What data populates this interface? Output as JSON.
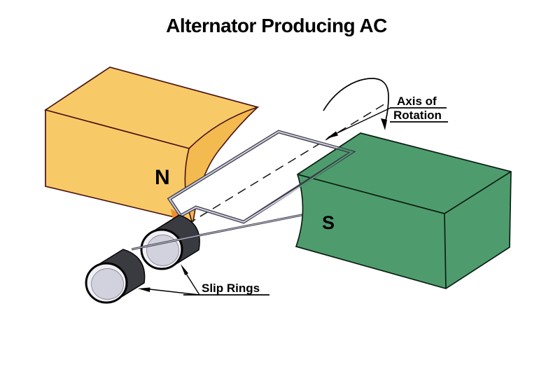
{
  "title": "Alternator Producing AC",
  "diagram": {
    "north_pole_label": "N",
    "south_pole_label": "S",
    "axis_label_line1": "Axis of",
    "axis_label_line2": "Rotation",
    "slip_rings_label": "Slip Rings"
  },
  "colors": {
    "background": "#FFFFFF",
    "north_magnet": "#F8C967",
    "north_magnet_shade": "#F2BA4F",
    "north_magnet_edge": "#4A1212",
    "north_pole_shade": "#EF8F2B",
    "south_magnet": "#4E9C6D",
    "south_magnet_edge": "#0B1F12",
    "wire_outline": "#3A3A4A",
    "wire_core": "#CFCFDE",
    "slip_ring_body": "#3A3A41",
    "slip_ring_face": "#D2D2DE"
  }
}
